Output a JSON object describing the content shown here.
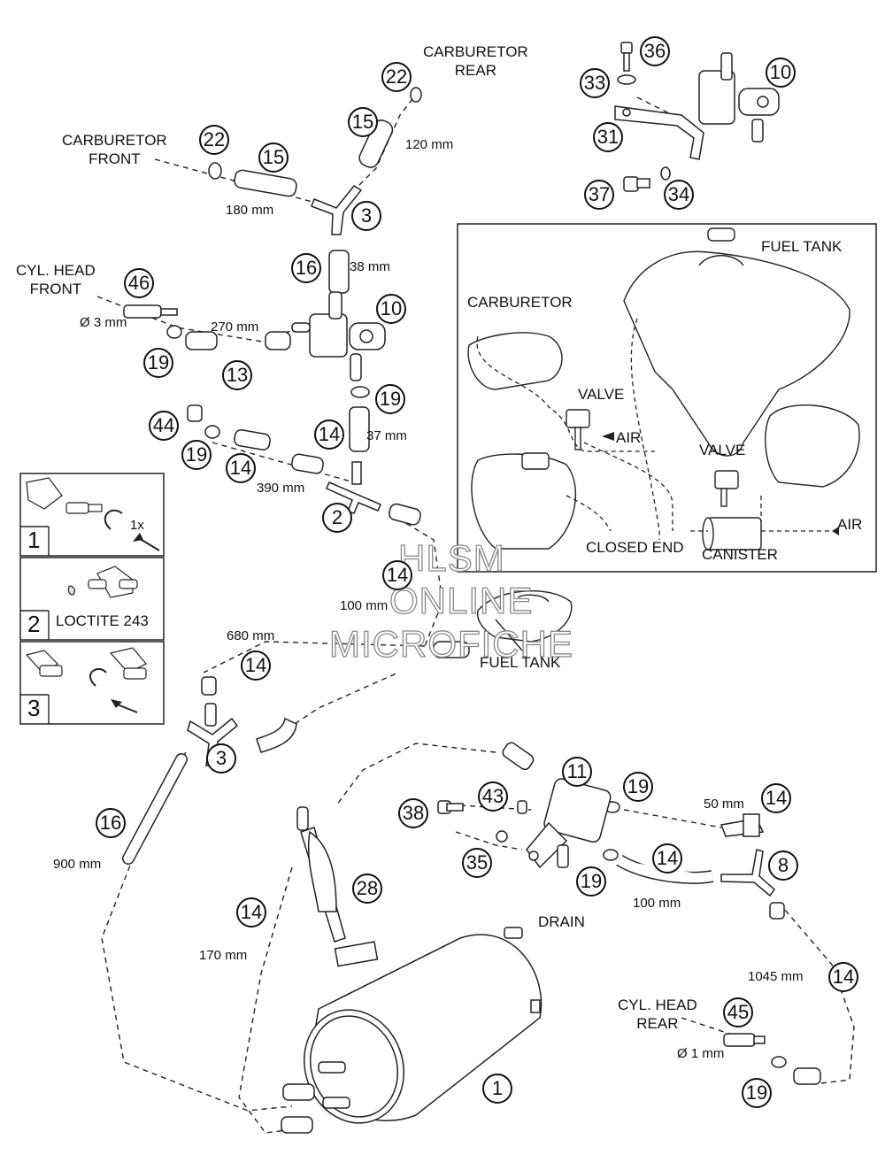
{
  "callouts": {
    "c22a": "22",
    "c15a": "15",
    "c22b": "22",
    "c15b": "15",
    "c3a": "3",
    "c36": "36",
    "c33": "33",
    "c10a": "10",
    "c31": "31",
    "c37": "37",
    "c34": "34",
    "c16a": "16",
    "c46": "46",
    "c10b": "10",
    "c19a": "19",
    "c13": "13",
    "c19b": "19",
    "c14a": "14",
    "c44": "44",
    "c19c": "19",
    "c14b": "14",
    "c2": "2",
    "c14c": "14",
    "c14d": "14",
    "c3b": "3",
    "c16b": "16",
    "c11": "11",
    "c19d": "19",
    "c38": "38",
    "c43": "43",
    "c14e": "14",
    "c35": "35",
    "c14f": "14",
    "c19e": "19",
    "c8": "8",
    "c28": "28",
    "c14g": "14",
    "c14h": "14",
    "c45": "45",
    "c19f": "19",
    "c1": "1"
  },
  "labels": {
    "carb_rear": "CARBURETOR\nREAR",
    "carb_front": "CARBURETOR\nFRONT",
    "cyl_front": "CYL. HEAD\nFRONT",
    "cyl_rear": "CYL. HEAD\nREAR",
    "fuel_tank_bottom": "FUEL TANK",
    "drain": "DRAIN"
  },
  "measurements": {
    "m120": "120 mm",
    "m180": "180 mm",
    "m38": "38 mm",
    "d3": "Ø 3 mm",
    "m270": "270 mm",
    "m37": "37 mm",
    "m390": "390 mm",
    "m100a": "100 mm",
    "m680": "680 mm",
    "m900": "900 mm",
    "m50": "50 mm",
    "m100b": "100 mm",
    "m170": "170 mm",
    "m1045": "1045 mm",
    "d1": "Ø 1 mm"
  },
  "inset": {
    "fuel_tank": "FUEL TANK",
    "carburetor": "CARBURETOR",
    "valve1": "VALVE",
    "air1": "AIR",
    "valve2": "VALVE",
    "air2": "AIR",
    "closed_end": "CLOSED END",
    "canister": "CANISTER"
  },
  "steps": [
    {
      "num": "1",
      "text": "1x"
    },
    {
      "num": "2",
      "text": "LOCTITE 243"
    },
    {
      "num": "3",
      "text": ""
    }
  ],
  "watermark": [
    "HLSM",
    "ONLINE",
    "MICROFICHE"
  ]
}
